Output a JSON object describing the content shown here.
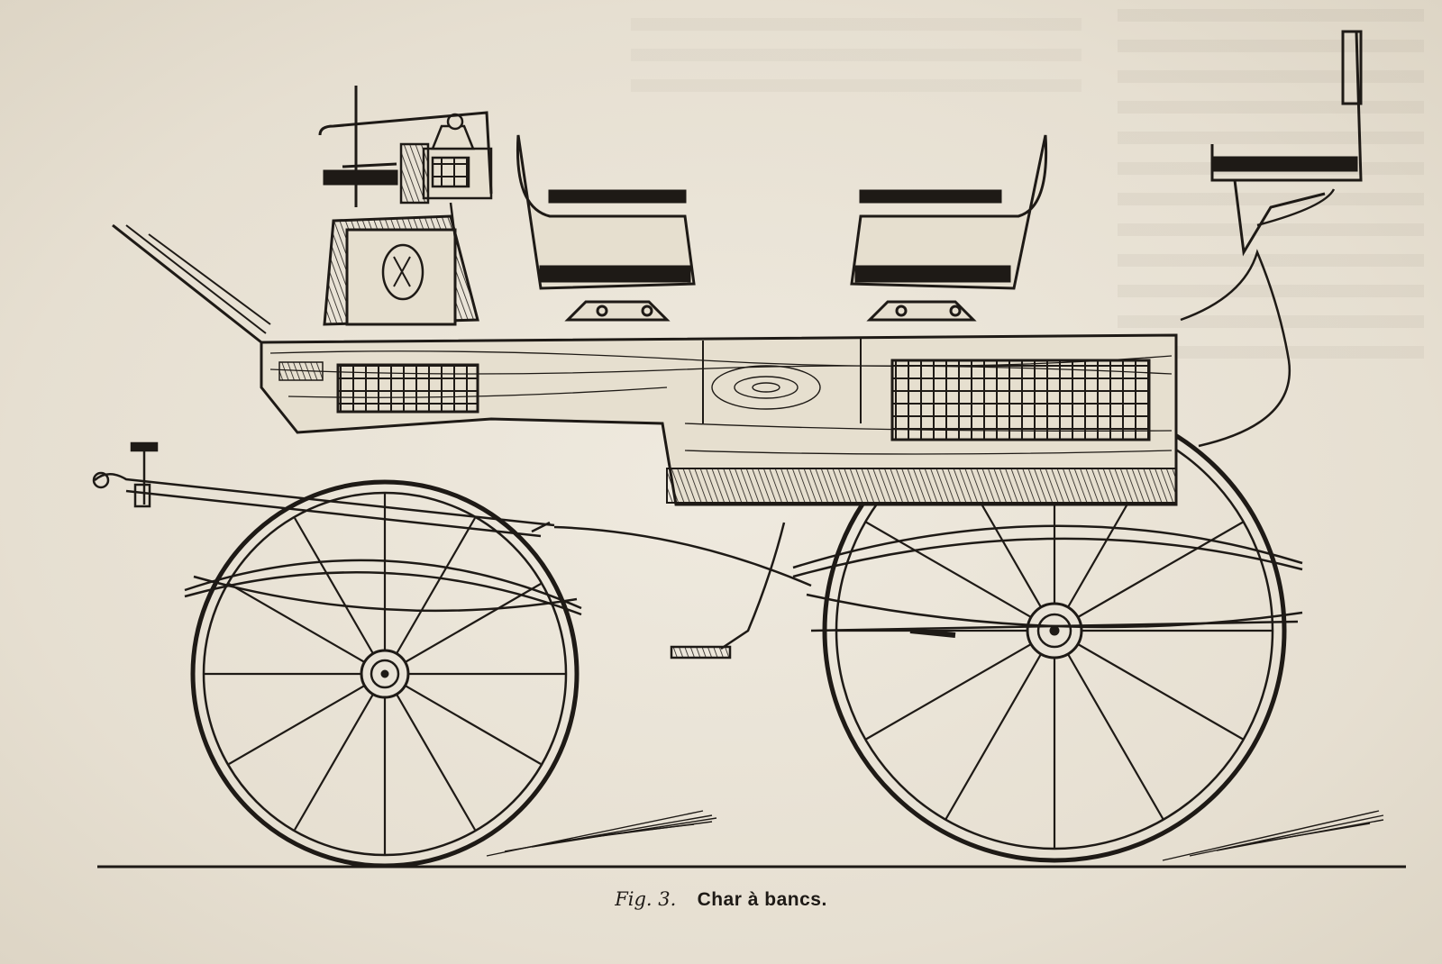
{
  "figure": {
    "label": "Fig. 3.",
    "title": "Char à bancs."
  },
  "colors": {
    "paper": "#e9e3d7",
    "ink": "#1e1a16"
  },
  "illustration": {
    "subject": "char-a-bancs-carriage-engraving"
  }
}
